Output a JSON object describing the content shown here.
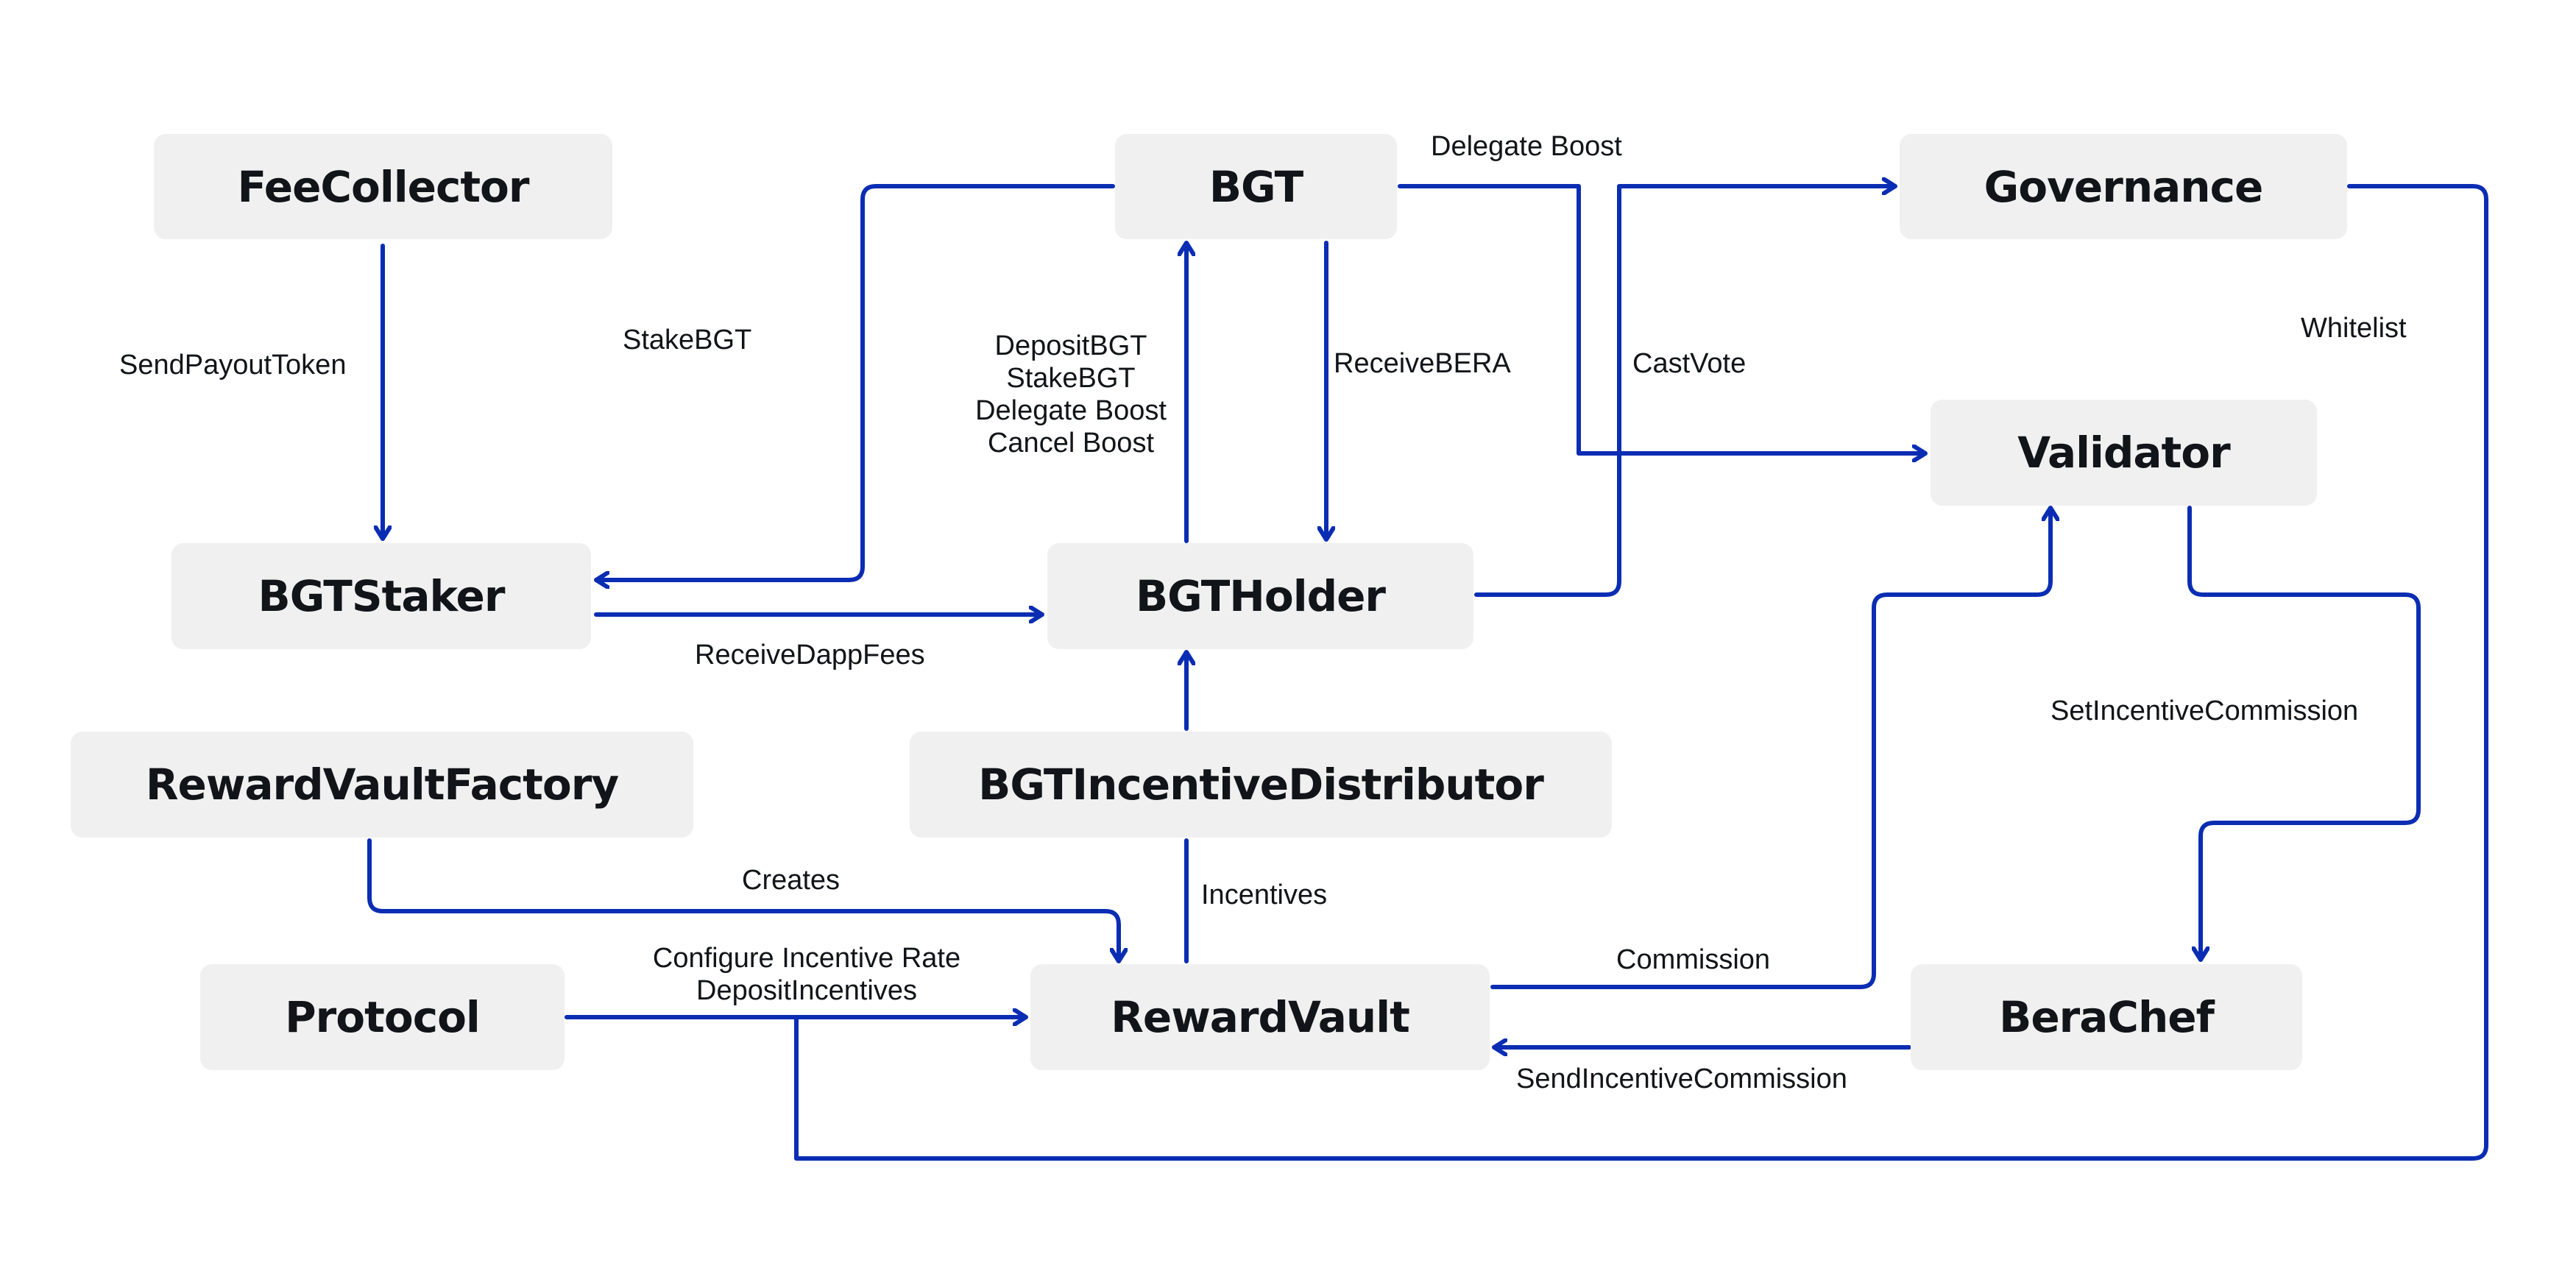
{
  "nodes": {
    "fee_collector": "FeeCollector",
    "bgt": "BGT",
    "governance": "Governance",
    "validator": "Validator",
    "bgt_staker": "BGTStaker",
    "bgt_holder": "BGTHolder",
    "reward_vault_factory": "RewardVaultFactory",
    "bgt_incentive_distributor": "BGTIncentiveDistributor",
    "protocol": "Protocol",
    "reward_vault": "RewardVault",
    "bera_chef": "BeraChef"
  },
  "edges": {
    "send_payout_token": "SendPayoutToken",
    "stake_bgt": "StakeBGT",
    "bgt_holder_to_bgt": [
      "DepositBGT",
      "StakeBGT",
      "Delegate Boost",
      "Cancel Boost"
    ],
    "receive_bera": "ReceiveBERA",
    "delegate_boost": "Delegate Boost",
    "cast_vote": "CastVote",
    "whitelist": "Whitelist",
    "receive_dapp_fees": "ReceiveDappFees",
    "set_incentive_commission": "SetIncentiveCommission",
    "creates": "Creates",
    "incentives": "Incentives",
    "configure": [
      "Configure Incentive Rate",
      "DepositIncentives"
    ],
    "commission": "Commission",
    "send_incentive_commission": "SendIncentiveCommission"
  },
  "colors": {
    "edge": "#0a2db3",
    "node_bg": "#f0f0f0",
    "text": "#111418"
  }
}
